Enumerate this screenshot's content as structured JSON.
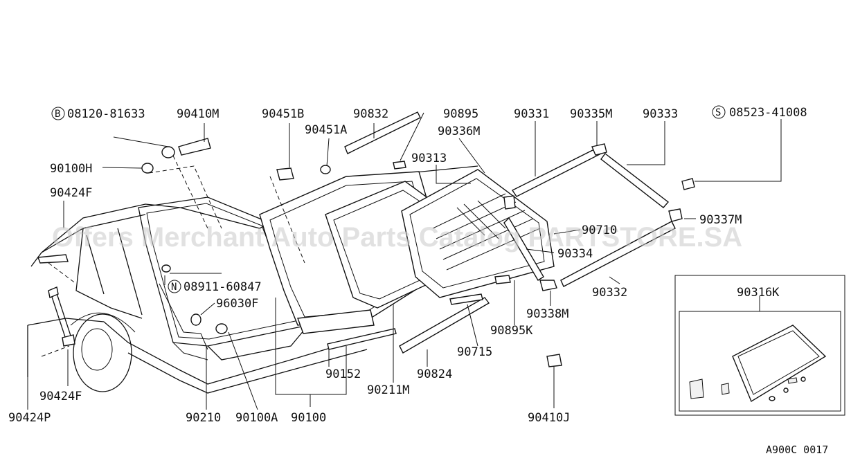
{
  "labels": {
    "p08120_81633": "08120-81633",
    "p90410M": "90410M",
    "p90451B": "90451B",
    "p90451A": "90451A",
    "p90832": "90832",
    "p90895": "90895",
    "p90331": "90331",
    "p90335M": "90335M",
    "p90333": "90333",
    "p08523_41008": "08523-41008",
    "p90336M": "90336M",
    "p90100H": "90100H",
    "p90313": "90313",
    "p90424F_top": "90424F",
    "p90337M": "90337M",
    "p90710": "90710",
    "p90334": "90334",
    "p08911_60847": "08911-60847",
    "p96030F": "96030F",
    "p90332": "90332",
    "p90316K": "90316K",
    "p90338M": "90338M",
    "p90895K": "90895K",
    "p90715": "90715",
    "p90152": "90152",
    "p90824": "90824",
    "p90211M": "90211M",
    "p90424F_bottom": "90424F",
    "p90424P": "90424P",
    "p90210": "90210",
    "p90100A": "90100A",
    "p90100": "90100",
    "p90410J": "90410J"
  },
  "prefix_markers": {
    "bolt": "B",
    "screw": "S",
    "nut": "N"
  },
  "watermark": "Offers Merchant Auto Parts Catalog PARTSTORE.SA",
  "diagram_code": "A900C 0017"
}
